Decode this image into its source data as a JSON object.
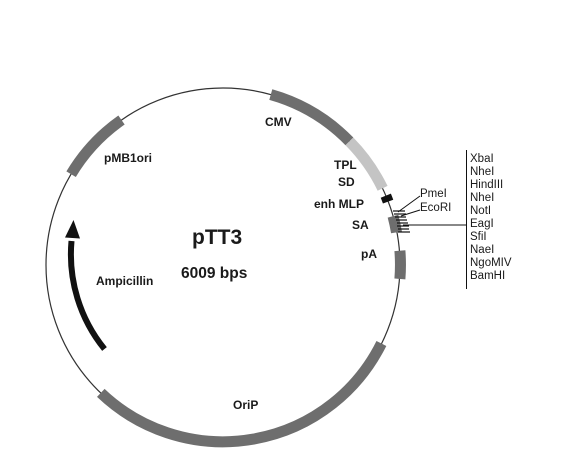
{
  "plasmid": {
    "name": "pTT3",
    "size": "6009 bps"
  },
  "features": {
    "cmv": "CMV",
    "pmb1ori": "pMB1ori",
    "tpl": "TPL",
    "sd": "SD",
    "enh_mlp": "enh MLP",
    "sa": "SA",
    "pa": "pA",
    "ampicillin": "Ampicillin",
    "orip": "OriP"
  },
  "sites_left": [
    "PmeI",
    "EcoRI"
  ],
  "sites_box": [
    "XbaI",
    "NheI",
    "HindIII",
    "NheI",
    "NotI",
    "EagI",
    "SfiI",
    "NaeI",
    "NgoMIV",
    "BamHI"
  ],
  "colors": {
    "backbone": "#333333",
    "feature": "#6e6e6e",
    "cmv_light": "#c4c4c4",
    "arrow": "#111111"
  }
}
